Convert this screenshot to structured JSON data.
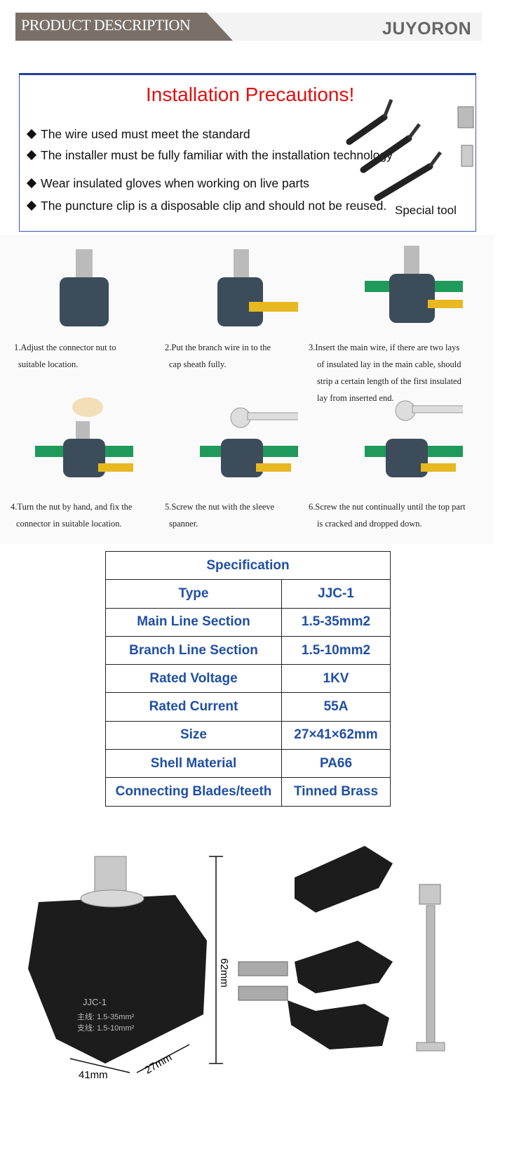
{
  "header": {
    "title": "PRODUCT DESCRIPTION",
    "brand": "JUYORON"
  },
  "precautions": {
    "title": "Installation Precautions!",
    "items": [
      "The wire used must meet the standard",
      "The installer must be fully familiar with the installation technology",
      "Wear insulated gloves when working on live parts",
      "The puncture clip is a disposable clip and should not be reused."
    ],
    "tool_label": "Special tool"
  },
  "steps": [
    {
      "l1": "1.Adjust the connector nut to",
      "l2": "suitable location."
    },
    {
      "l1": "2.Put the branch wire in to the",
      "l2": "cap sheath fully."
    },
    {
      "l1": "3.Insert the main wire, if there are two lays",
      "l2": "of insulated lay in the main cable, should",
      "l3": "strip a certain length of the first insulated",
      "l4": "lay from inserted end."
    },
    {
      "l1": "4.Turn the nut by hand, and fix the",
      "l2": "connector in suitable location."
    },
    {
      "l1": "5.Screw the nut with the sleeve",
      "l2": "spanner."
    },
    {
      "l1": "6.Screw the nut continually until the top part",
      "l2": "is cracked and dropped down."
    }
  ],
  "spec": {
    "title": "Specification",
    "rows": [
      [
        "Type",
        "JJC-1"
      ],
      [
        "Main Line Section",
        "1.5-35mm2"
      ],
      [
        "Branch Line Section",
        "1.5-10mm2"
      ],
      [
        "Rated Voltage",
        "1KV"
      ],
      [
        "Rated Current",
        "55A"
      ],
      [
        "Size",
        "27×41×62mm"
      ],
      [
        "Shell Material",
        "PA66"
      ],
      [
        "Connecting Blades/teeth",
        "Tinned Brass"
      ]
    ]
  },
  "product": {
    "height_label": "62mm",
    "width_label": "41mm",
    "depth_label": "27mm",
    "model": "JJC-1",
    "main": "主线: 1.5-35mm²",
    "branch": "支线: 1.5-10mm²"
  }
}
